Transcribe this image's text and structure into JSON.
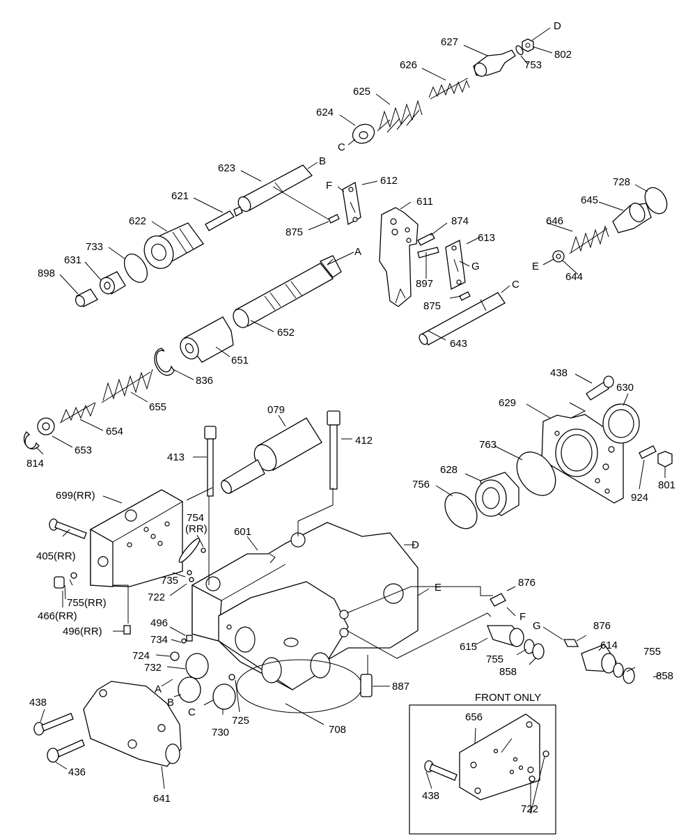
{
  "labels": {
    "D_top": "D",
    "802": "802",
    "627": "627",
    "753": "753",
    "626": "626",
    "625": "625",
    "624": "624",
    "C_624": "C",
    "B_623": "B",
    "623": "623",
    "612": "612",
    "F_612": "F",
    "728": "728",
    "621": "621",
    "611": "611",
    "645": "645",
    "622": "622",
    "874": "874",
    "646": "646",
    "875_a": "875",
    "613": "613",
    "733": "733",
    "A_mid": "A",
    "G_613": "G",
    "E_644": "E",
    "644": "644",
    "631": "631",
    "898": "898",
    "897": "897",
    "C_643": "C",
    "875_b": "875",
    "652": "652",
    "643": "643",
    "651": "651",
    "836": "836",
    "438_top": "438",
    "630": "630",
    "655": "655",
    "629": "629",
    "079": "079",
    "654": "654",
    "412": "412",
    "763": "763",
    "653": "653",
    "814": "814",
    "413": "413",
    "628": "628",
    "801": "801",
    "699": "699(RR)",
    "756": "756",
    "924": "924",
    "754": "754\n(RR)",
    "405": "405(RR)",
    "601": "601",
    "D_body": "D",
    "735": "735",
    "722_a": "722",
    "876_a": "876",
    "E_body": "E",
    "755rr": "755(RR)",
    "466": "466(RR)",
    "F_876": "F",
    "496": "496",
    "496rr": "496(RR)",
    "G_876": "G",
    "876_b": "876",
    "615": "615",
    "614": "614",
    "734": "734",
    "755_a": "755",
    "755_b": "755",
    "724": "724",
    "858_a": "858",
    "858_b": "858",
    "732": "732",
    "A_732": "A",
    "887": "887",
    "B_732": "B",
    "front_only": "FRONT ONLY",
    "438_left": "438",
    "656": "656",
    "C_730": "C",
    "725": "725",
    "730": "730",
    "708": "708",
    "436": "436",
    "438_front": "438",
    "641": "641",
    "722_b": "722"
  }
}
